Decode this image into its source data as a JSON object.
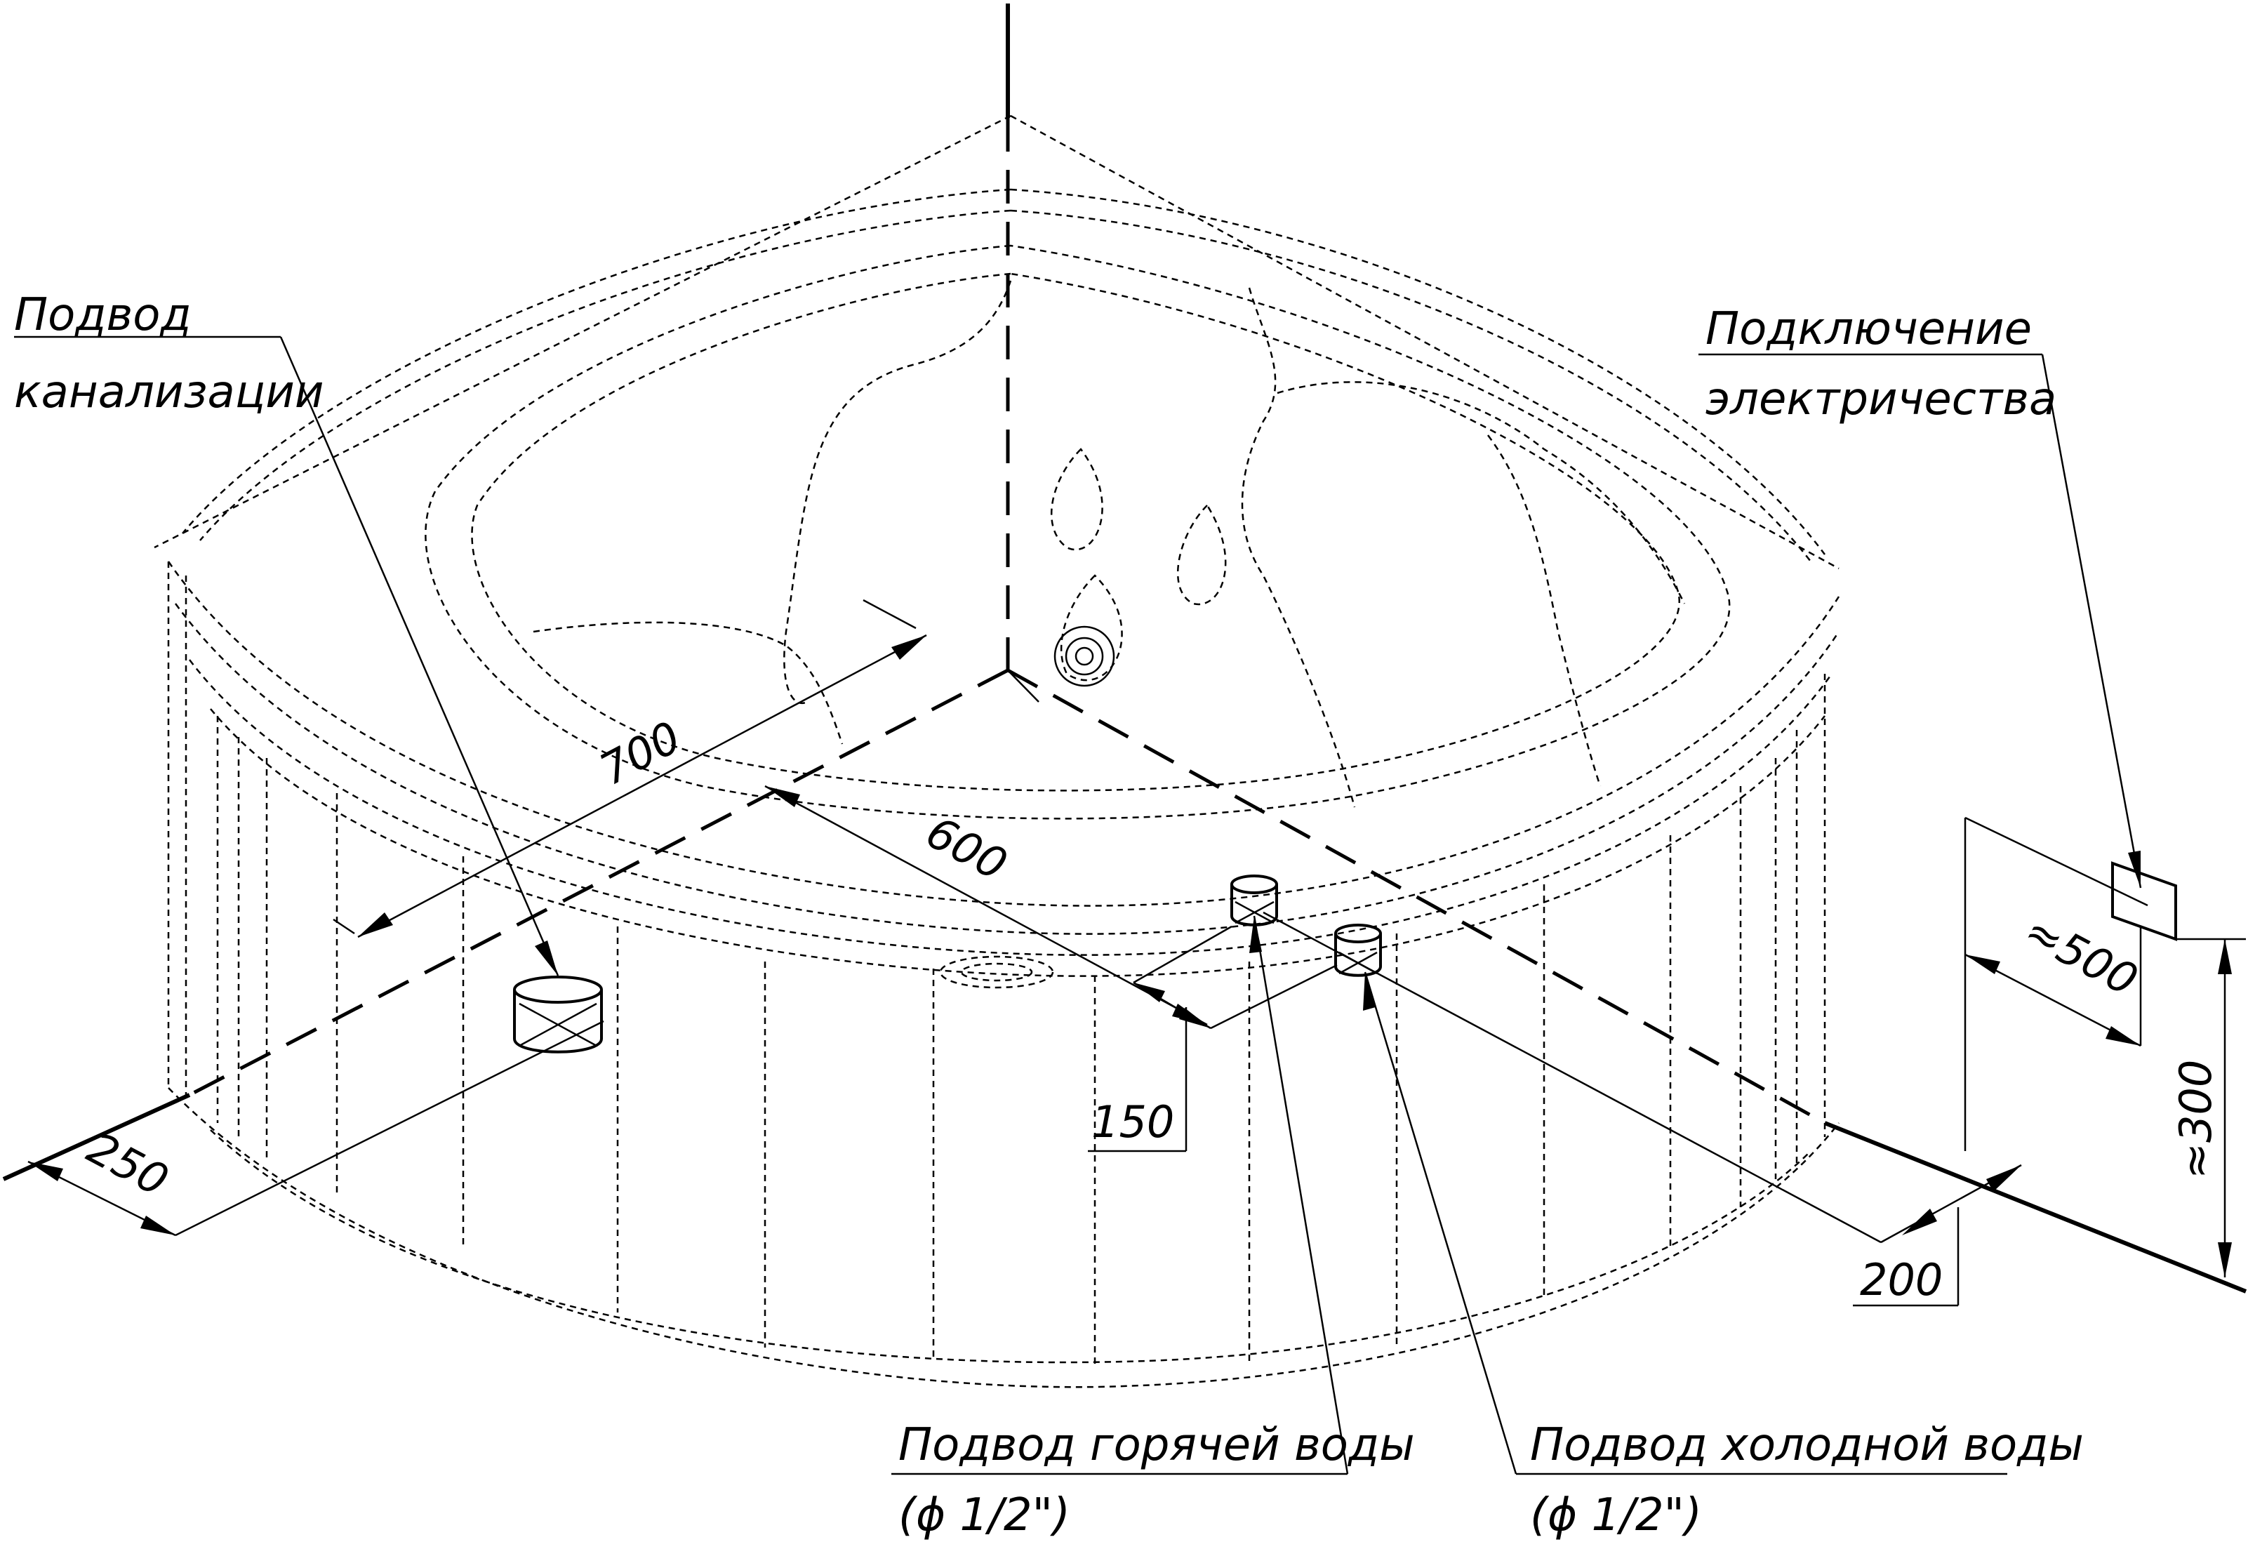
{
  "labels": {
    "drain_line1": "Подвод",
    "drain_line2": "канализации",
    "electric_line1": "Подключение",
    "electric_line2": "электричества",
    "hot_line1": "Подвод горячей воды",
    "hot_line2": "(ϕ 1/2\")",
    "cold_line1": "Подвод холодной воды",
    "cold_line2": "(ϕ  1/2\")"
  },
  "dimensions": {
    "d700": "700",
    "d600": "600",
    "d150": "150",
    "d250": "250",
    "d200": "200",
    "d500": "≈500",
    "d300": "≈300"
  }
}
